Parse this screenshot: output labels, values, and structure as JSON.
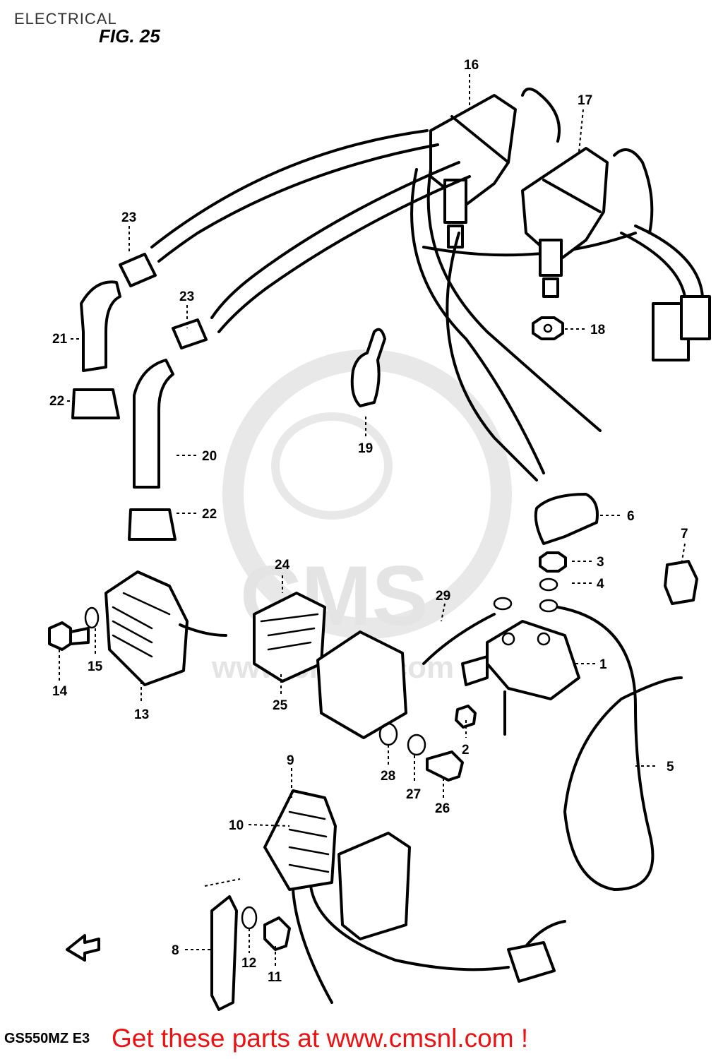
{
  "page": {
    "title": "ELECTRICAL",
    "figure": "FIG. 25",
    "model_code": "GS550MZ E3",
    "promo_text": "Get these parts at www.cmsnl.com !"
  },
  "watermark": {
    "brand": "CMS",
    "url": "www.cmsnl.com"
  },
  "colors": {
    "ink": "#000000",
    "promo": "#ee1111",
    "watermark": "#e2e2e2"
  },
  "parts": [
    {
      "id": "1"
    },
    {
      "id": "2"
    },
    {
      "id": "3"
    },
    {
      "id": "4"
    },
    {
      "id": "5"
    },
    {
      "id": "6"
    },
    {
      "id": "7"
    },
    {
      "id": "8"
    },
    {
      "id": "9"
    },
    {
      "id": "10"
    },
    {
      "id": "11"
    },
    {
      "id": "12"
    },
    {
      "id": "13"
    },
    {
      "id": "14"
    },
    {
      "id": "15"
    },
    {
      "id": "16"
    },
    {
      "id": "17"
    },
    {
      "id": "18"
    },
    {
      "id": "19"
    },
    {
      "id": "20"
    },
    {
      "id": "21"
    },
    {
      "id": "22"
    },
    {
      "id": "22"
    },
    {
      "id": "23"
    },
    {
      "id": "23"
    },
    {
      "id": "24"
    },
    {
      "id": "25"
    },
    {
      "id": "26"
    },
    {
      "id": "27"
    },
    {
      "id": "28"
    },
    {
      "id": "29"
    }
  ]
}
